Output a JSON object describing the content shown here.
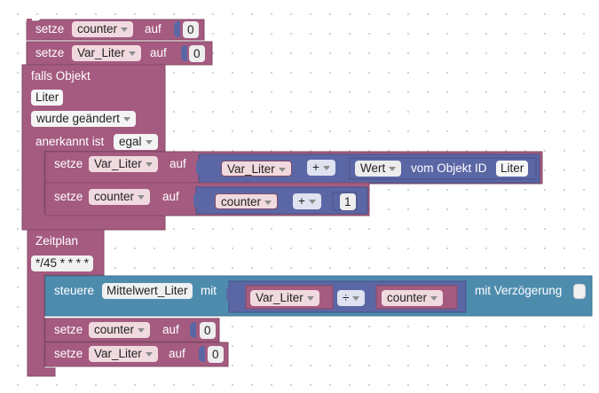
{
  "colors": {
    "variable_block": "#a55b80",
    "variable_border": "#834966",
    "trigger_block": "#a55b80",
    "math_block": "#5b67a5",
    "math_border": "#475086",
    "number_block": "#5b67a5",
    "object_block": "#5b67a5",
    "action_block": "#4e8cae",
    "action_border": "#3e7090"
  },
  "blocks": {
    "set_counter_1": {
      "verb": "setze",
      "var": "counter",
      "to": "auf",
      "value": "0"
    },
    "set_liter_1": {
      "verb": "setze",
      "var": "Var_Liter",
      "to": "auf",
      "value": "0"
    },
    "trigger": {
      "title": "falls Objekt",
      "object": "Liter",
      "condition": "wurde geändert",
      "ack_label": "anerkannt ist",
      "ack_value": "egal",
      "inner": {
        "set_liter": {
          "verb": "setze",
          "var": "Var_Liter",
          "to": "auf",
          "operand_var": "Var_Liter",
          "operator": "+",
          "object_attr": "Wert",
          "object_label": "vom Objekt ID",
          "object_id": "Liter"
        },
        "set_counter": {
          "verb": "setze",
          "var": "counter",
          "to": "auf",
          "operand_var": "counter",
          "operator": "+",
          "value": "1"
        }
      }
    },
    "schedule": {
      "title": "Zeitplan",
      "cron": "*/45 * * * *",
      "inner": {
        "control": {
          "verb": "steuere",
          "target": "Mittelwert_Liter",
          "with": "mit",
          "dividend": "Var_Liter",
          "operator": "÷",
          "divisor": "counter",
          "delay_label": "mit Verzögerung"
        },
        "set_counter": {
          "verb": "setze",
          "var": "counter",
          "to": "auf",
          "value": "0"
        },
        "set_liter": {
          "verb": "setze",
          "var": "Var_Liter",
          "to": "auf",
          "value": "0"
        }
      }
    }
  }
}
